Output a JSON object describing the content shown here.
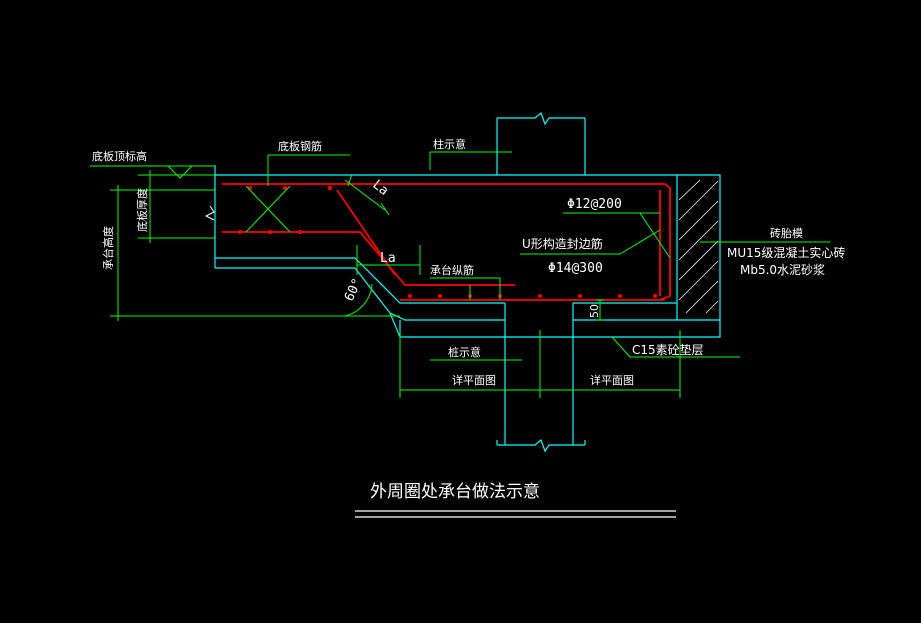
{
  "drawing": {
    "title": "外周圈处承台做法示意",
    "labels": {
      "slab_top_elev": "底板顶标高",
      "slab_rebar": "底板钢筋",
      "column_top": "柱示意",
      "column_bottom": "桩示意",
      "slab_thickness": "底板厚度",
      "cap_height": "承台高度",
      "la_upper": "La",
      "la_lower": "La",
      "rebar_200": "Φ12@200",
      "u_bar": "U形构造封边筋",
      "rebar_300": "Φ14@300",
      "cap_long_bar": "承台纵筋",
      "angle": "60°",
      "brick_mold": "砖胎模",
      "brick_spec": "MU15级混凝土实心砖",
      "mortar_spec": "Mb5.0水泥砂浆",
      "bedding": "C15素砼垫层",
      "dim_50": "50",
      "plan_ref_left": "详平面图",
      "plan_ref_right": "详平面图"
    },
    "colors": {
      "background": "#000000",
      "outline": "#00ffff",
      "rebar": "#ff0000",
      "dimension": "#00ff00",
      "text": "#ffffff",
      "title_underline": "#ffffff"
    }
  }
}
